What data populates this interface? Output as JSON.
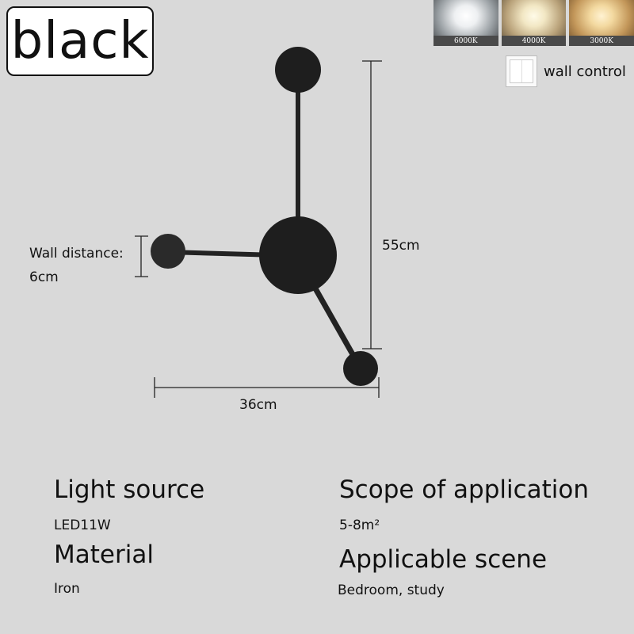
{
  "badge": {
    "color_name": "black"
  },
  "color_temperatures": [
    {
      "label": "6000K",
      "tone": "#eef0f2"
    },
    {
      "label": "4000K",
      "tone": "#f2e7c4"
    },
    {
      "label": "3000K",
      "tone": "#f3d9a0"
    }
  ],
  "wall_control": {
    "label": "wall control",
    "icon": "wall-switch-icon"
  },
  "dimensions": {
    "height": "55cm",
    "width": "36cm",
    "wall_distance_label": "Wall distance:",
    "wall_distance_value": "6cm"
  },
  "specs": {
    "light_source_title": "Light source",
    "light_source_value": "LED11W",
    "material_title": "Material",
    "material_value": "Iron",
    "scope_title": "Scope of application",
    "scope_value": "5-8m²",
    "scene_title": "Applicable scene",
    "scene_value": "Bedroom, study"
  },
  "colors": {
    "background": "#d9d9d9",
    "lamp": "#1e1e1e"
  }
}
